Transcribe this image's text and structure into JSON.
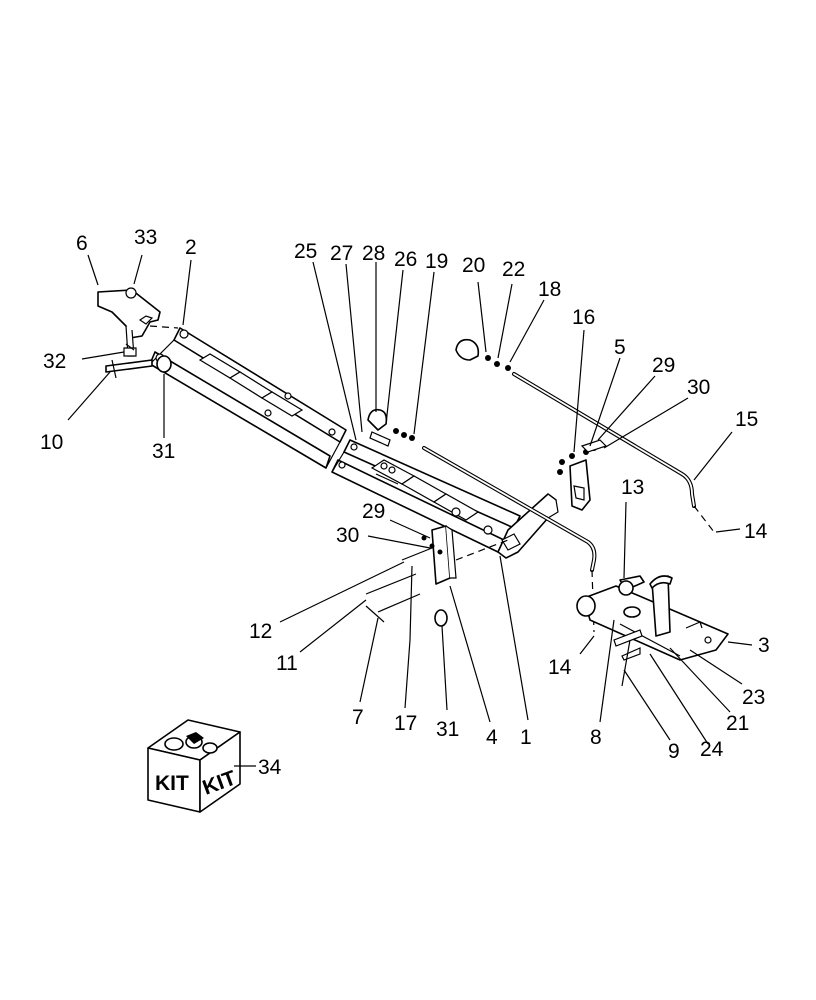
{
  "callouts": {
    "c1": "1",
    "c2": "2",
    "c3": "3",
    "c4": "4",
    "c5": "5",
    "c6": "6",
    "c7": "7",
    "c8": "8",
    "c9": "9",
    "c10": "10",
    "c11": "11",
    "c12": "12",
    "c13": "13",
    "c14a": "14",
    "c14b": "14",
    "c15": "15",
    "c16": "16",
    "c17": "17",
    "c18": "18",
    "c19": "19",
    "c20": "20",
    "c21": "21",
    "c22": "22",
    "c23": "23",
    "c24": "24",
    "c25": "25",
    "c26": "26",
    "c27": "27",
    "c28": "28",
    "c29a": "29",
    "c29b": "29",
    "c30a": "30",
    "c30b": "30",
    "c31a": "31",
    "c31b": "31",
    "c32": "32",
    "c33": "33",
    "c34": "34"
  },
  "kit_box": {
    "label_left": "KIT",
    "label_right": "KIT"
  }
}
